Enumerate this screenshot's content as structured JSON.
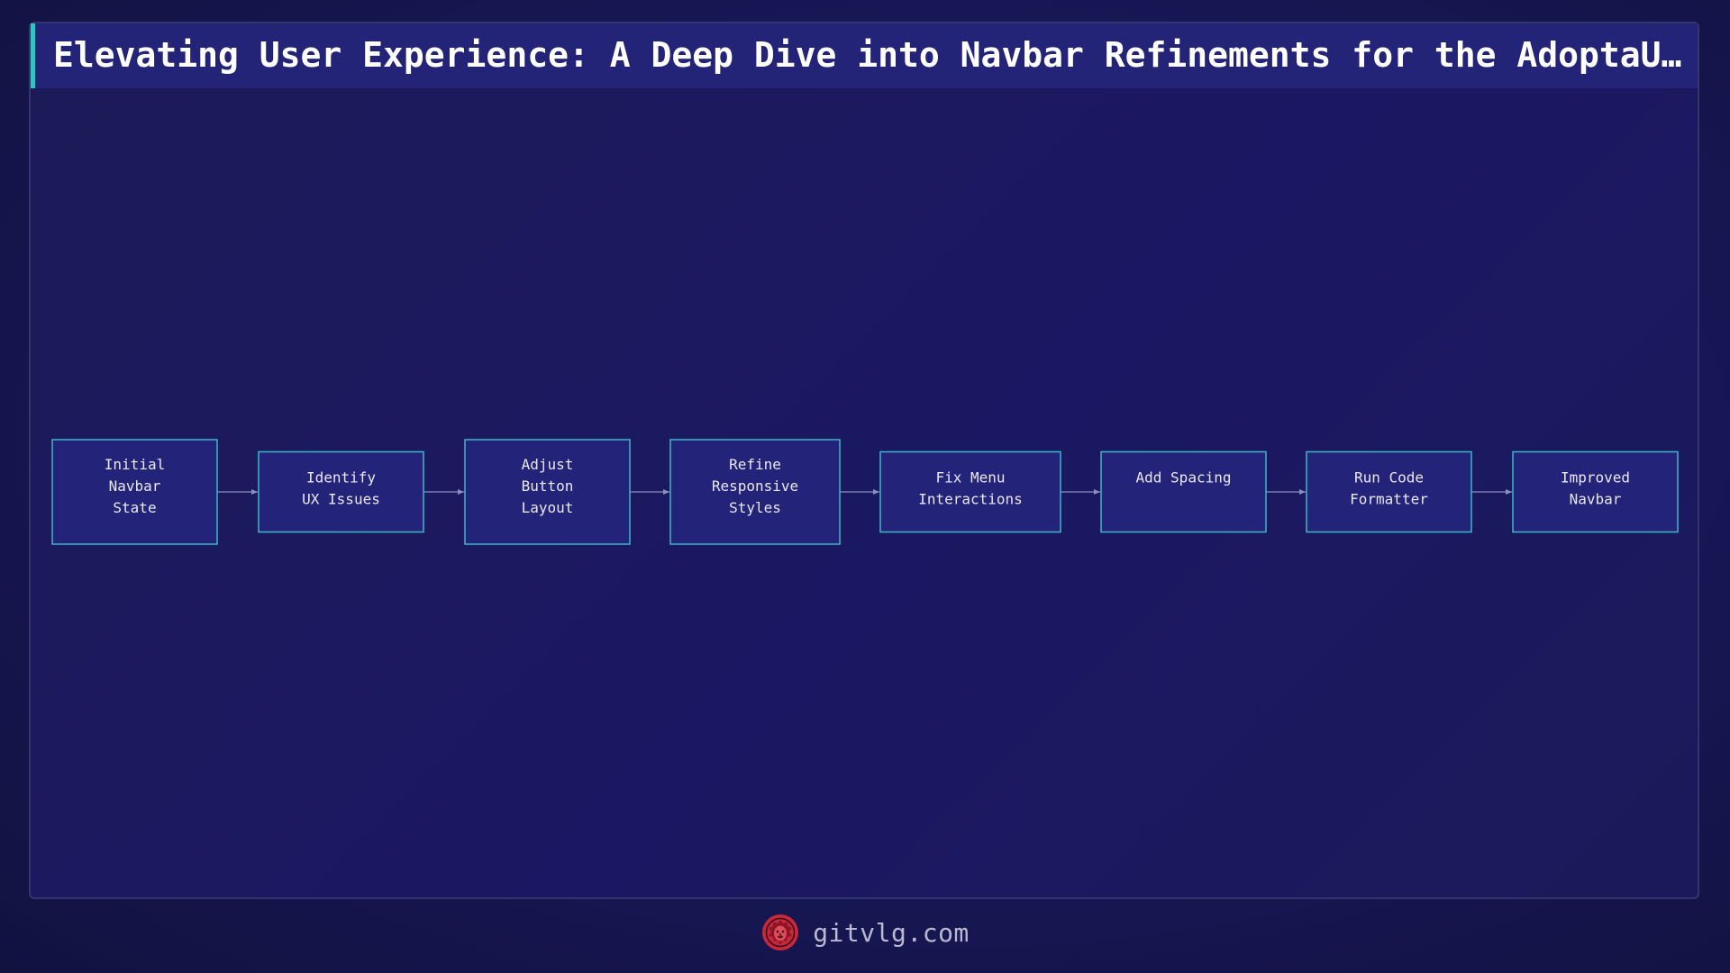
{
  "title": "Elevating User Experience: A Deep Dive into Navbar Refinements for the AdoptaUn…",
  "diagram": {
    "type": "flowchart",
    "direction": "left-to-right",
    "nodes": [
      {
        "id": "initial",
        "lines": [
          "Initial",
          "Navbar",
          "State"
        ]
      },
      {
        "id": "identify",
        "lines": [
          "Identify",
          "UX Issues"
        ]
      },
      {
        "id": "adjust",
        "lines": [
          "Adjust",
          "Button",
          "Layout"
        ]
      },
      {
        "id": "refine",
        "lines": [
          "Refine",
          "Responsive",
          "Styles"
        ]
      },
      {
        "id": "fix-menu",
        "lines": [
          "Fix Menu",
          "Interactions"
        ]
      },
      {
        "id": "add-spacing",
        "lines": [
          "Add Spacing"
        ]
      },
      {
        "id": "run-formatter",
        "lines": [
          "Run Code",
          "Formatter"
        ]
      },
      {
        "id": "improved",
        "lines": [
          "Improved",
          "Navbar"
        ]
      }
    ],
    "edges": [
      [
        "initial",
        "identify"
      ],
      [
        "identify",
        "adjust"
      ],
      [
        "adjust",
        "refine"
      ],
      [
        "refine",
        "fix-menu"
      ],
      [
        "fix-menu",
        "add-spacing"
      ],
      [
        "add-spacing",
        "run-formatter"
      ],
      [
        "run-formatter",
        "improved"
      ]
    ],
    "colors": {
      "node_fill": "#24237a",
      "node_border": "#3cb8c8",
      "edge": "#8a8fc2",
      "accent": "#35c2c6"
    }
  },
  "footer": {
    "site": "gitvlg.com",
    "logo_icon": "lion-head-icon",
    "logo_color": "#c8283c"
  }
}
